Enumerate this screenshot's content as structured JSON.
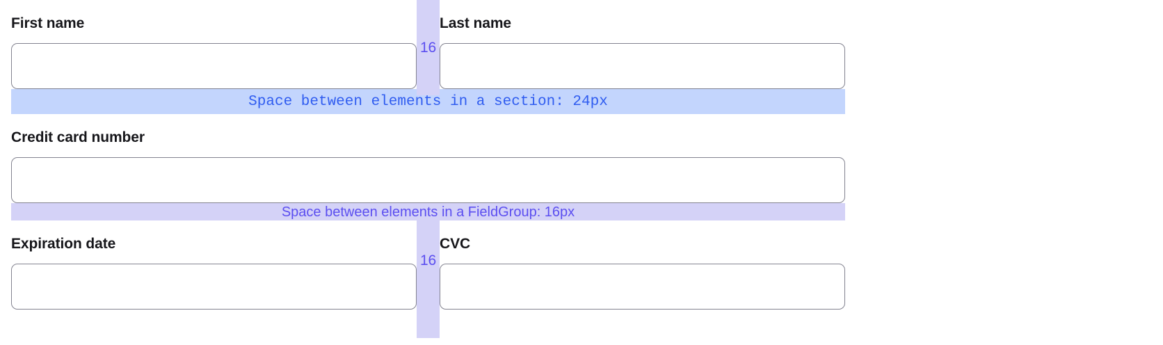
{
  "colors": {
    "section_band_bg": "#c3d5fd",
    "section_band_text": "#2f5cf0",
    "fieldgroup_band_bg": "#d4d2f7",
    "fieldgroup_band_text": "#5b4ef0",
    "gap_band_bg": "#d4d2f7",
    "gap_value_text": "#5b4ef0",
    "input_border": "#82828f",
    "label_text": "#16161a",
    "page_bg": "#ffffff"
  },
  "form": {
    "rows": [
      {
        "type": "pair",
        "left_field": {
          "label": "First name",
          "value": "",
          "placeholder": ""
        },
        "gap": {
          "value": "16"
        },
        "right_field": {
          "label": "Last name",
          "value": "",
          "placeholder": ""
        }
      },
      {
        "type": "section-spacer",
        "text": "Space between elements in a section: 24px"
      },
      {
        "type": "single",
        "field": {
          "label": "Credit card number",
          "value": "",
          "placeholder": ""
        }
      },
      {
        "type": "fieldgroup-spacer",
        "text": "Space between elements in a FieldGroup: 16px"
      },
      {
        "type": "pair",
        "left_field": {
          "label": "Expiration date",
          "value": "",
          "placeholder": ""
        },
        "gap": {
          "value": "16"
        },
        "right_field": {
          "label": "CVC",
          "value": "",
          "placeholder": ""
        }
      }
    ]
  }
}
